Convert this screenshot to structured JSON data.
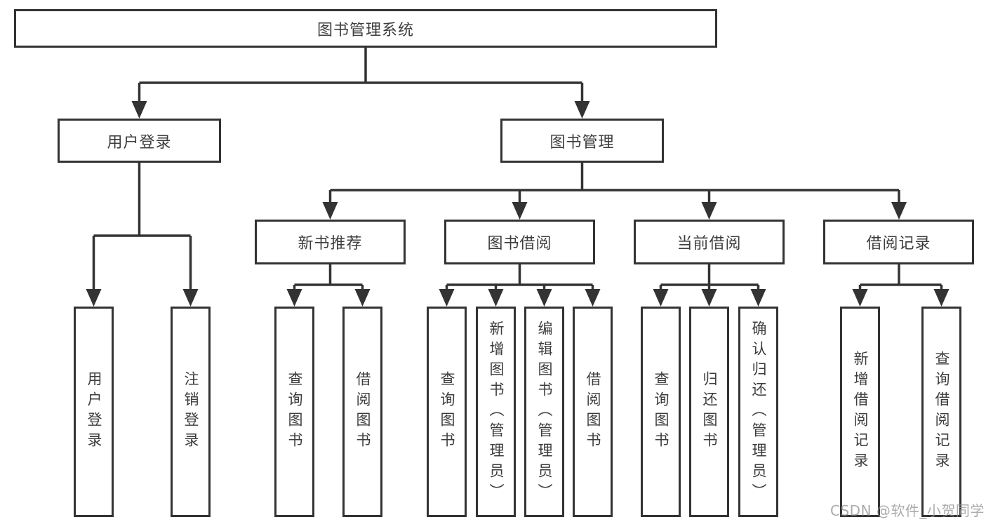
{
  "diagram": {
    "root": {
      "label": "图书管理系统"
    },
    "branches": [
      {
        "label": "用户登录",
        "children": [
          {
            "label": "用户登录"
          },
          {
            "label": "注销登录"
          }
        ]
      },
      {
        "label": "图书管理",
        "children": [
          {
            "label": "新书推荐",
            "children": [
              {
                "label": "查询图书"
              },
              {
                "label": "借阅图书"
              }
            ]
          },
          {
            "label": "图书借阅",
            "children": [
              {
                "label": "查询图书"
              },
              {
                "label": "新增图书（管理员）"
              },
              {
                "label": "编辑图书（管理员）"
              },
              {
                "label": "借阅图书"
              }
            ]
          },
          {
            "label": "当前借阅",
            "children": [
              {
                "label": "查询图书"
              },
              {
                "label": "归还图书"
              },
              {
                "label": "确认归还（管理员）"
              }
            ]
          },
          {
            "label": "借阅记录",
            "children": [
              {
                "label": "新增借阅记录"
              },
              {
                "label": "查询借阅记录"
              }
            ]
          }
        ]
      }
    ],
    "watermark": "CSDN @软件_小贺同学",
    "colors": {
      "line": "#333333",
      "text": "#3d3d3d",
      "watermark": "#949494",
      "background": "#ffffff"
    }
  }
}
